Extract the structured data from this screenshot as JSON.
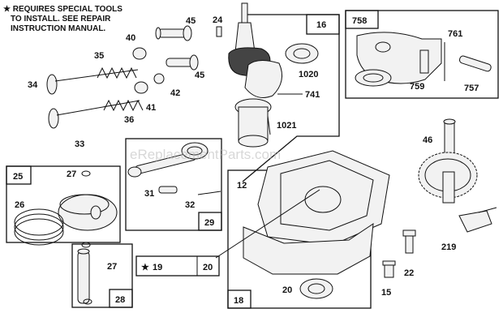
{
  "note": {
    "line1": "★ REQUIRES SPECIAL TOOLS",
    "line2": "TO INSTALL.  SEE REPAIR",
    "line3": "INSTRUCTION MANUAL."
  },
  "watermark": "eReplacementParts.com",
  "labels": {
    "p45a": "45",
    "p40": "40",
    "p35": "35",
    "p34": "34",
    "p45b": "45",
    "p42": "42",
    "p41": "41",
    "p36": "36",
    "p33": "33",
    "p24": "24",
    "p16": "16",
    "p1020": "1020",
    "p741": "741",
    "p1021": "1021",
    "p758": "758",
    "p761": "761",
    "p759": "759",
    "p757": "757",
    "p46": "46",
    "p25": "25",
    "p27a": "27",
    "p26": "26",
    "p31": "31",
    "p32": "32",
    "p29": "29",
    "p12": "12",
    "p219": "219",
    "p27b": "27",
    "p28": "28",
    "p19": "19",
    "p20a": "20",
    "p20b": "20",
    "p18": "18",
    "p22": "22",
    "p15": "15"
  },
  "star_glyph": "★",
  "colors": {
    "line": "#111111",
    "watermark": "#b8b8b8"
  }
}
